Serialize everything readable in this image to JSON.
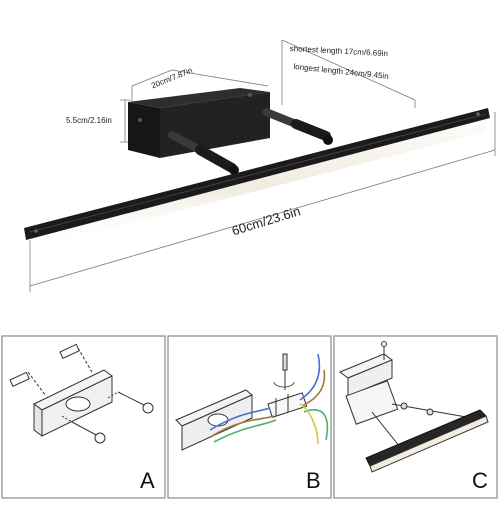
{
  "dimensions": {
    "width_label": "20cm/7.87in",
    "height_label": "5.5cm/2.16in",
    "shortest_label": "shortest length 17cm/6.69in",
    "longest_label": "longest length 24cm/9.45in",
    "bar_length_label": "60cm/23.6in"
  },
  "steps": [
    {
      "letter": "A"
    },
    {
      "letter": "B"
    },
    {
      "letter": "C"
    }
  ],
  "colors": {
    "fixture": "#1b1b1b",
    "diffuser_glow": "#f2ece1",
    "panel_border": "#8a8a8a",
    "dim_line": "#7a7a7a",
    "wire_blue": "#4a6fd1",
    "wire_brown": "#a0783c",
    "wire_green": "#4bb46a",
    "wire_yellow": "#d9c640"
  }
}
